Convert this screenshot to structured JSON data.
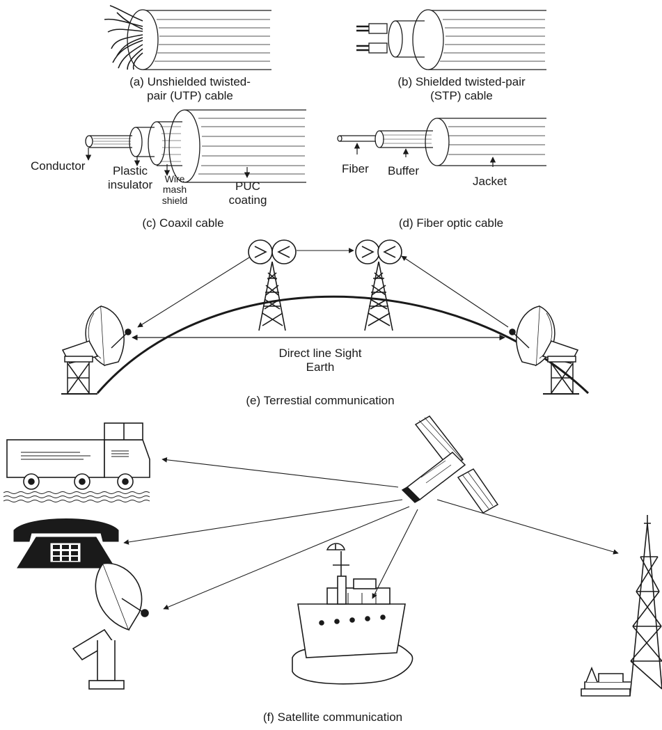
{
  "cables": {
    "utp": {
      "caption_line1": "(a) Unshielded twisted-",
      "caption_line2": "pair (UTP) cable"
    },
    "stp": {
      "caption_line1": "(b) Shielded twisted-pair",
      "caption_line2": "(STP) cable"
    },
    "coax": {
      "caption": "(c) Coaxil cable",
      "labels": {
        "conductor": "Conductor",
        "insulator_line1": "Plastic",
        "insulator_line2": "insulator",
        "shield_line1": "Wire",
        "shield_line2": "mash",
        "shield_line3": "shield",
        "coating_line1": "PUC",
        "coating_line2": "coating"
      }
    },
    "fiber": {
      "caption": "(d) Fiber optic cable",
      "labels": {
        "fiber": "Fiber",
        "buffer": "Buffer",
        "jacket": "Jacket"
      }
    }
  },
  "terrestrial": {
    "caption": "(e) Terrestial communication",
    "line_label1": "Direct line Sight",
    "line_label2": "Earth"
  },
  "satellite": {
    "caption": "(f) Satellite communication"
  }
}
